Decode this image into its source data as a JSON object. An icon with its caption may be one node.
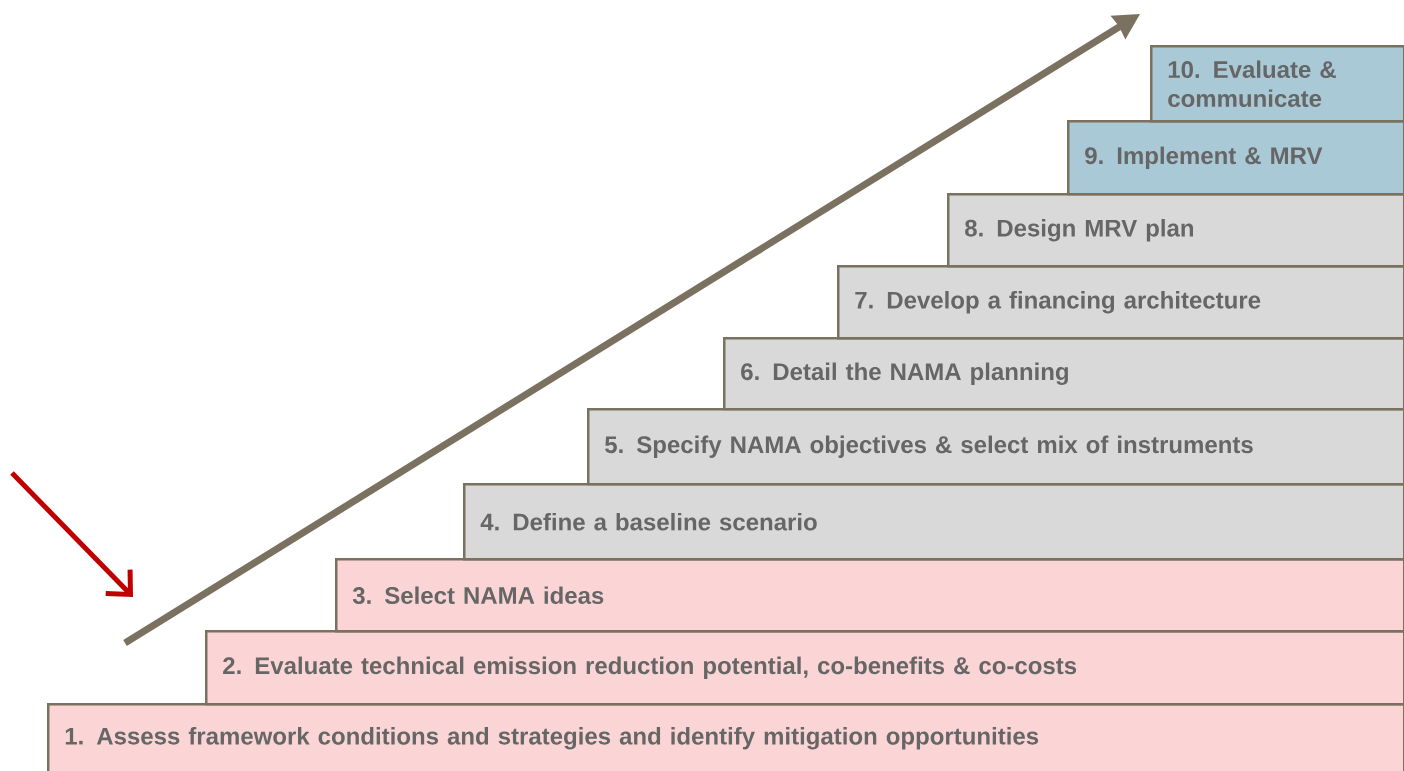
{
  "diagram": {
    "nodes": [
      {
        "text": [
          "1. Assess framework conditions and strategies and identify mitigation opportunities"
        ]
      },
      {
        "text": [
          "2. Evaluate technical emission reduction potential, co-benefits & co-costs"
        ]
      },
      {
        "text": [
          "3. Select NAMA ideas"
        ]
      },
      {
        "text": [
          "4. Define a baseline scenario"
        ]
      },
      {
        "text": [
          "5. Specify NAMA objectives & select mix of instruments"
        ]
      },
      {
        "text": [
          "6. Detail the NAMA planning"
        ]
      },
      {
        "text": [
          "7. Develop a financing architecture"
        ]
      },
      {
        "text": [
          "8. Design MRV plan"
        ]
      },
      {
        "text": [
          "9. Implement & MRV"
        ]
      },
      {
        "text": [
          "10. Evaluate & communicate"
        ]
      }
    ]
  }
}
